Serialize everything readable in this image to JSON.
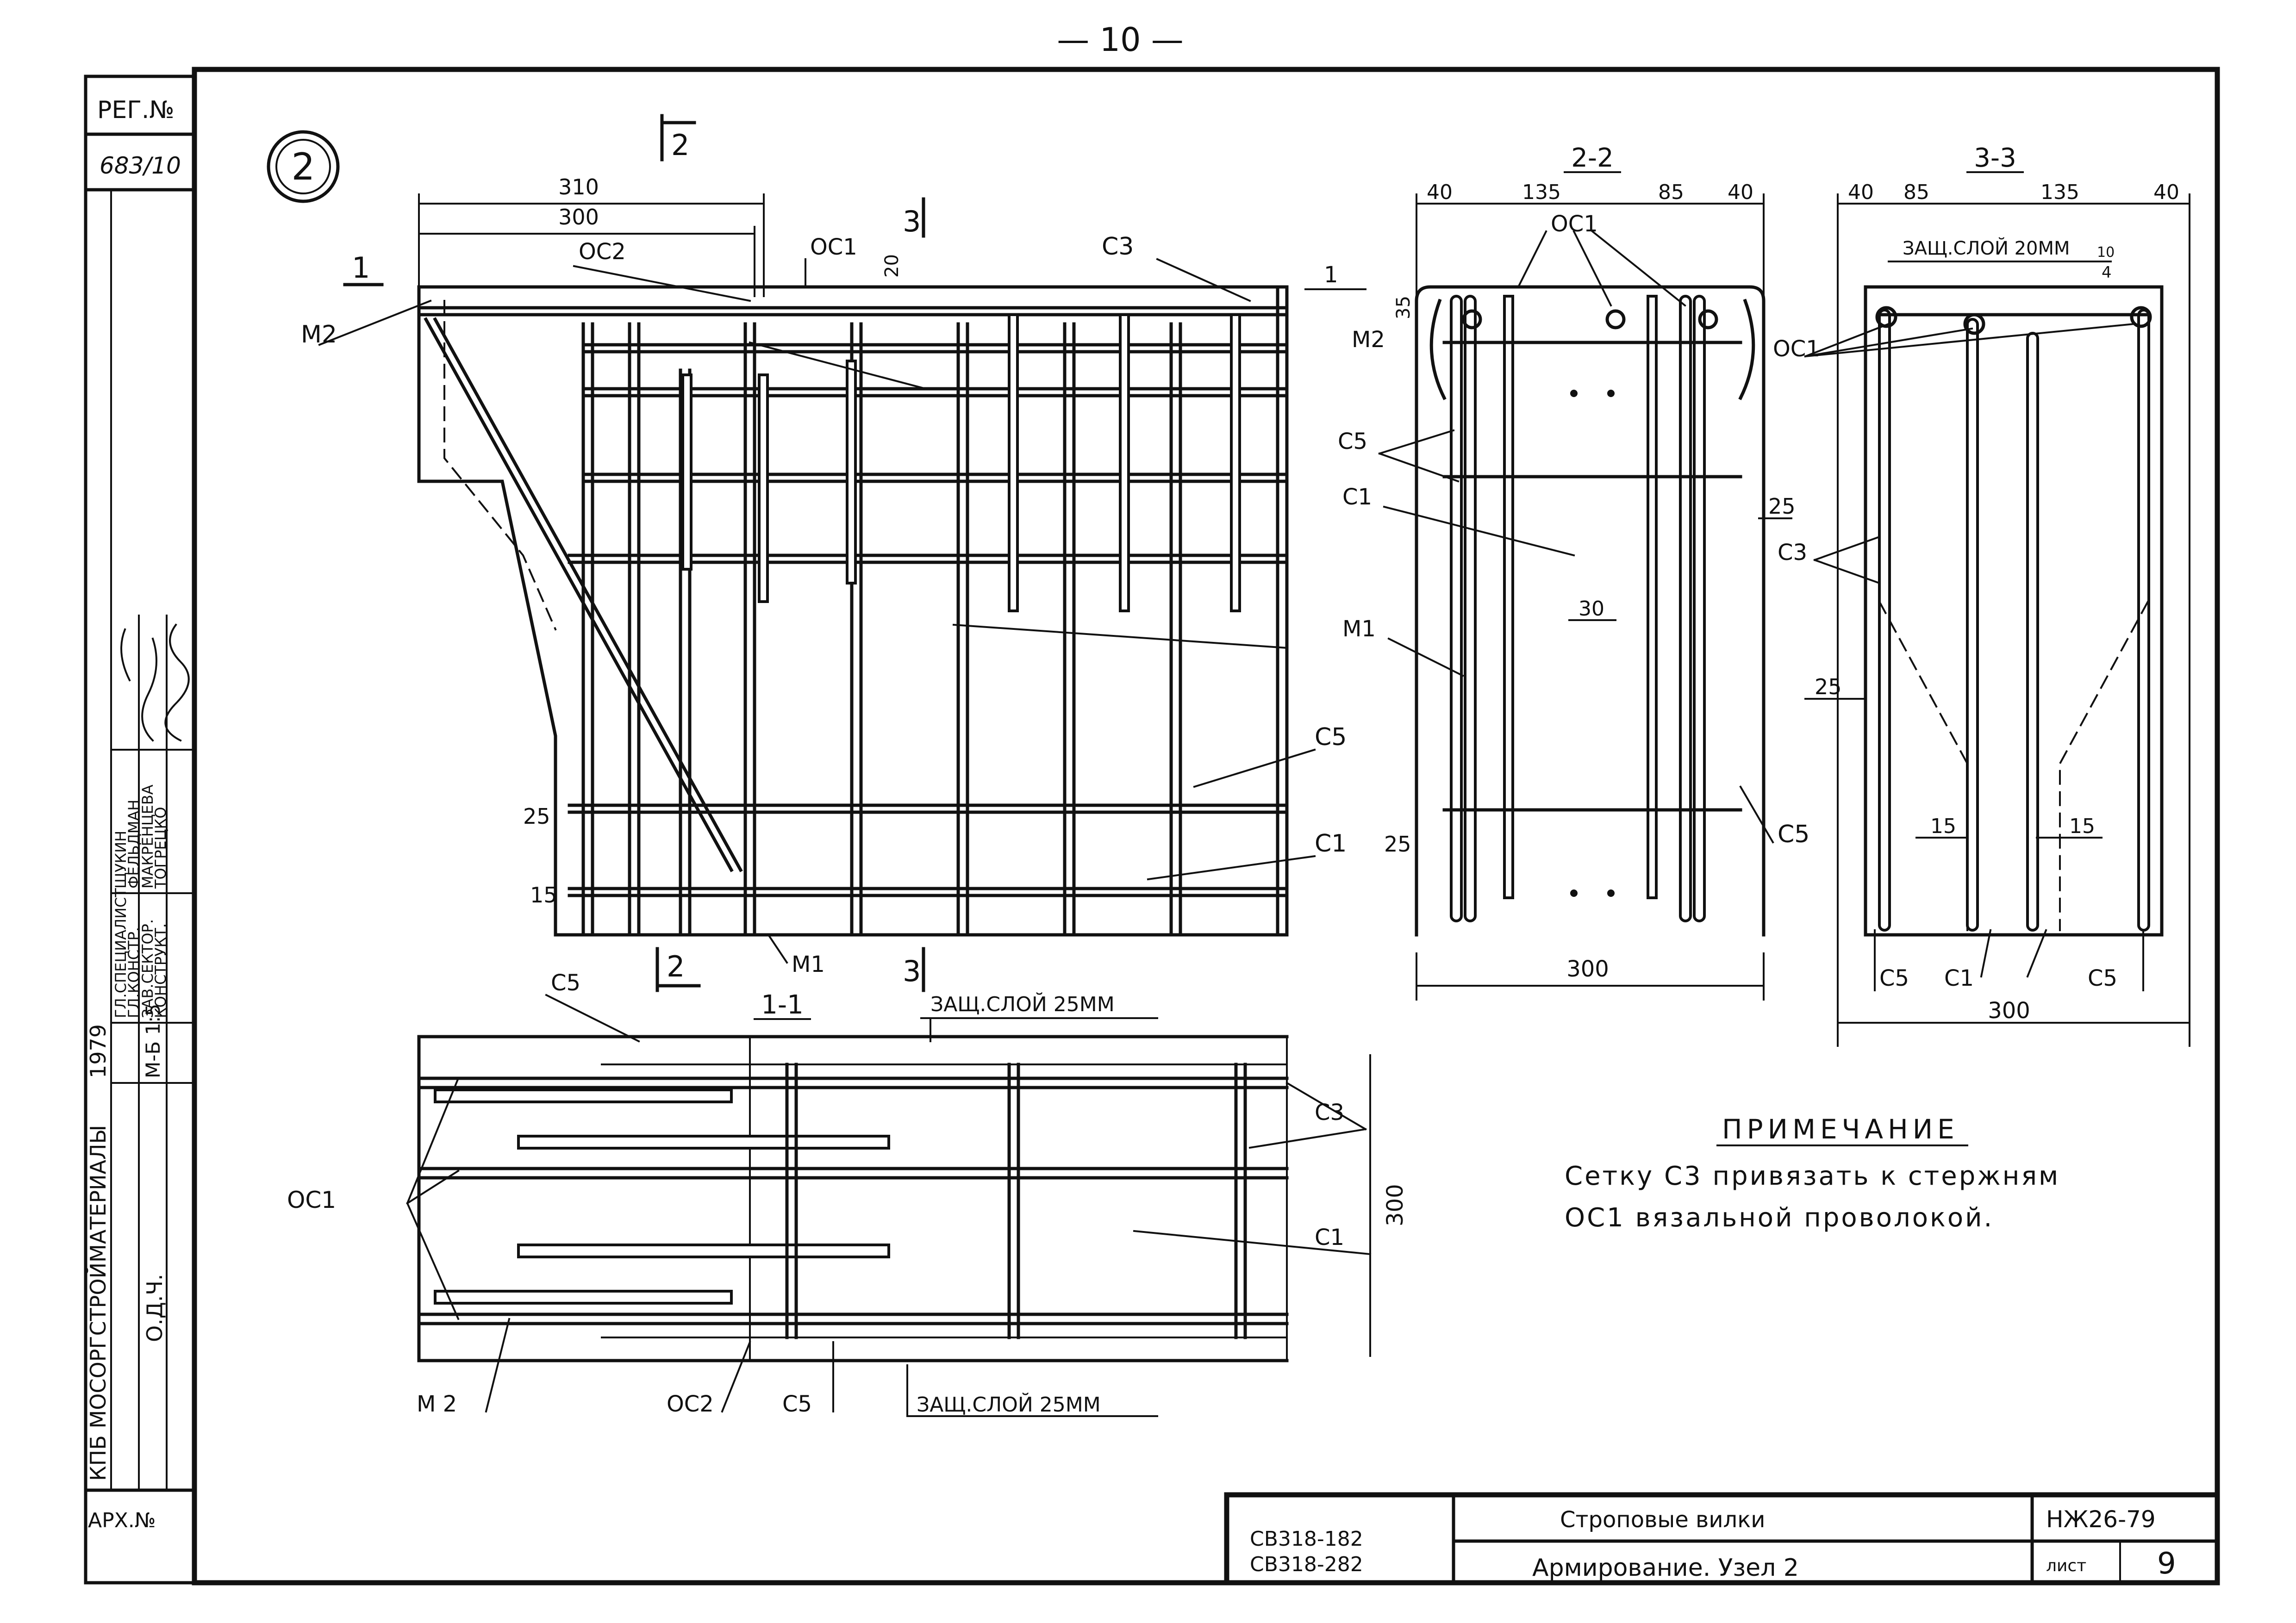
{
  "page_number": "— 10 —",
  "margin_stamp": {
    "reg_label": "РЕГ.№",
    "reg_value": "683/10",
    "arch_label": "АРХ.№",
    "org": "КПБ МОСОРГСТРОЙМАТЕРИАЛЫ",
    "year": "1979",
    "scale": "М-Б 1:5",
    "stage": "О.Д.Ч.",
    "roles": [
      "ГЛ.СПЕЦИАЛИСТ",
      "ГЛ.КОНСТР.",
      "ЗАВ.СЕКТОР.",
      "КОНСТРУКТ."
    ],
    "names": [
      "ЩУКИН",
      "ФЕЛЬДМАН",
      "МАКРЕНЦЕВА",
      "ТОГРЕЦКО"
    ]
  },
  "node_marker": "2",
  "main_view": {
    "section_marks": [
      "2",
      "3",
      "1",
      "2",
      "3"
    ],
    "dims": {
      "d310": "310",
      "d300": "300",
      "d20": "20",
      "d25": "25",
      "d15": "15"
    },
    "labels": {
      "m2": "М2",
      "oc2": "ОС2",
      "oc1": "ОС1",
      "c3": "С3",
      "c5": "С5",
      "c1": "С1",
      "m1": "М1"
    }
  },
  "section_2_2": {
    "title": "2-2",
    "dims_top": [
      "40",
      "135",
      "85",
      "40"
    ],
    "d35": "35",
    "d25": "25",
    "d30": "30",
    "d300": "300",
    "labels": {
      "oc1": "ОС1",
      "m2": "М2",
      "c5a": "С5",
      "c1": "С1",
      "m1": "М1",
      "c5b": "С5",
      "one": "1"
    }
  },
  "section_3_3": {
    "title": "3-3",
    "dims_top": [
      "40",
      "85",
      "135",
      "40"
    ],
    "cover": "ЗАЩ.СЛОЙ 20ММ",
    "d10": "10",
    "d4": "4",
    "d25": "25",
    "d15a": "15",
    "d15b": "15",
    "d300": "300",
    "labels": {
      "oc1": "ОС1",
      "c3": "С3",
      "c5a": "С5",
      "c1": "С1",
      "c5b": "С5"
    }
  },
  "section_1_1": {
    "title": "1-1",
    "cover_top": "ЗАЩ.СЛОЙ 25ММ",
    "cover_bottom": "ЗАЩ.СЛОЙ 25ММ",
    "d300": "300",
    "labels": {
      "c5_top": "С5",
      "c3": "С3",
      "oc1": "ОС1",
      "c1": "С1",
      "m2": "М 2",
      "oc2": "ОС2",
      "c5_bottom": "С5"
    }
  },
  "note": {
    "heading": "ПРИМЕЧАНИЕ",
    "line1": "Сетку С3 привязать к стержням",
    "line2": "ОС1 вязальной проволокой."
  },
  "title_block": {
    "series_1": "СВ318-182",
    "series_2": "СВ318-282",
    "name": "Строповые вилки",
    "subtitle": "Армирование. Узел 2",
    "code": "НЖ26-79",
    "sheet_label": "лист",
    "sheet_number": "9"
  }
}
